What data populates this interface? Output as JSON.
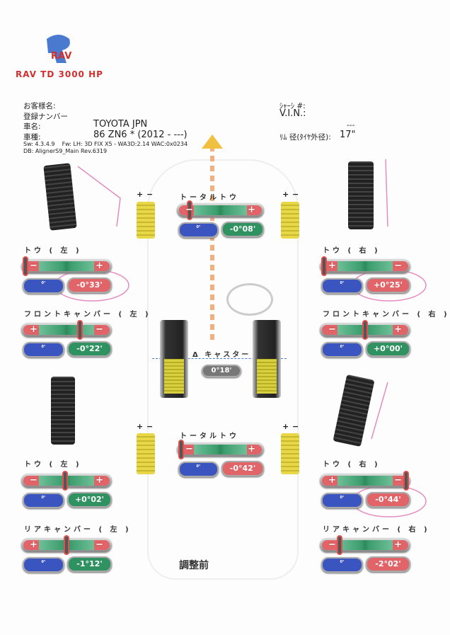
{
  "logo": {
    "mark": "RAV",
    "text": "RAV TD 3000 HP"
  },
  "header": {
    "customer_label": "お客様名:",
    "plate_label": "登録ナンバー",
    "make_label": "車名:",
    "make_value": "TOYOTA JPN",
    "model_label": "車種:",
    "model_value": "86 ZN6 * (2012 - ---)",
    "sw_line": "Sw: 4.3.4.9    Fw: LH: 3D FIX X5 - WA3D:2.14 WAC:0x0234",
    "db_line": "DB: AlignerS9_Main Rev.6319",
    "chassis_label": "ｼｬｰｼ #:",
    "vin_label": "V.I.N.:",
    "vin_value": "---",
    "rim_label": "ﾘﾑ 径(ﾀｲﾔ外径):",
    "rim_value": "17\""
  },
  "gauges": [
    {
      "id": "front-total-toe",
      "label": "トータルトウ",
      "left": "−",
      "right": "+",
      "pointer": 0.12,
      "zero": "0°",
      "value": "-0°08'",
      "status": "green"
    },
    {
      "id": "front-toe-left",
      "label": "トウ ( 左 )",
      "left": "−",
      "right": "+",
      "pointer": 0.02,
      "zero": "0°",
      "value": "-0°33'",
      "status": "red"
    },
    {
      "id": "front-toe-right",
      "label": "トウ ( 右 )",
      "left": "+",
      "right": "−",
      "pointer": 0.02,
      "zero": "0°",
      "value": "+0°25'",
      "status": "red"
    },
    {
      "id": "front-camber-left",
      "label": "フロントキャンバー ( 左 )",
      "left": "+",
      "right": "−",
      "pointer": 0.66,
      "zero": "0°",
      "value": "-0°22'",
      "status": "green"
    },
    {
      "id": "front-camber-right",
      "label": "フロントキャンバー ( 右 )",
      "left": "−",
      "right": "+",
      "pointer": 0.5,
      "zero": "0°",
      "value": "+0°00'",
      "status": "green"
    },
    {
      "id": "rear-total-toe",
      "label": "トータルトウ",
      "left": "−",
      "right": "+",
      "pointer": 0.02,
      "zero": "0°",
      "value": "-0°42'",
      "status": "red"
    },
    {
      "id": "rear-toe-left",
      "label": "トウ ( 左 )",
      "left": "−",
      "right": "+",
      "pointer": 0.48,
      "zero": "0°",
      "value": "+0°02'",
      "status": "green"
    },
    {
      "id": "rear-toe-right",
      "label": "トウ ( 右 )",
      "left": "+",
      "right": "−",
      "pointer": 0.98,
      "zero": "0°",
      "value": "-0°44'",
      "status": "red"
    },
    {
      "id": "rear-camber-left",
      "label": "リアキャンバー ( 左 )",
      "left": "+",
      "right": "−",
      "pointer": 0.5,
      "zero": "0°",
      "value": "-1°12'",
      "status": "green"
    },
    {
      "id": "rear-camber-right",
      "label": "リアキャンバー ( 右 )",
      "left": "−",
      "right": "+",
      "pointer": 0.2,
      "zero": "0°",
      "value": "-2°02'",
      "status": "red"
    }
  ],
  "caster": {
    "label": "Δ キャスター",
    "value": "0°18'"
  },
  "wheel_marks": {
    "plus": "+",
    "minus": "−"
  },
  "footer": {
    "state": "調整前"
  },
  "colors": {
    "red": "#e06468",
    "green": "#2f9260",
    "blue": "#3a55c0",
    "brand": "#d03030"
  }
}
